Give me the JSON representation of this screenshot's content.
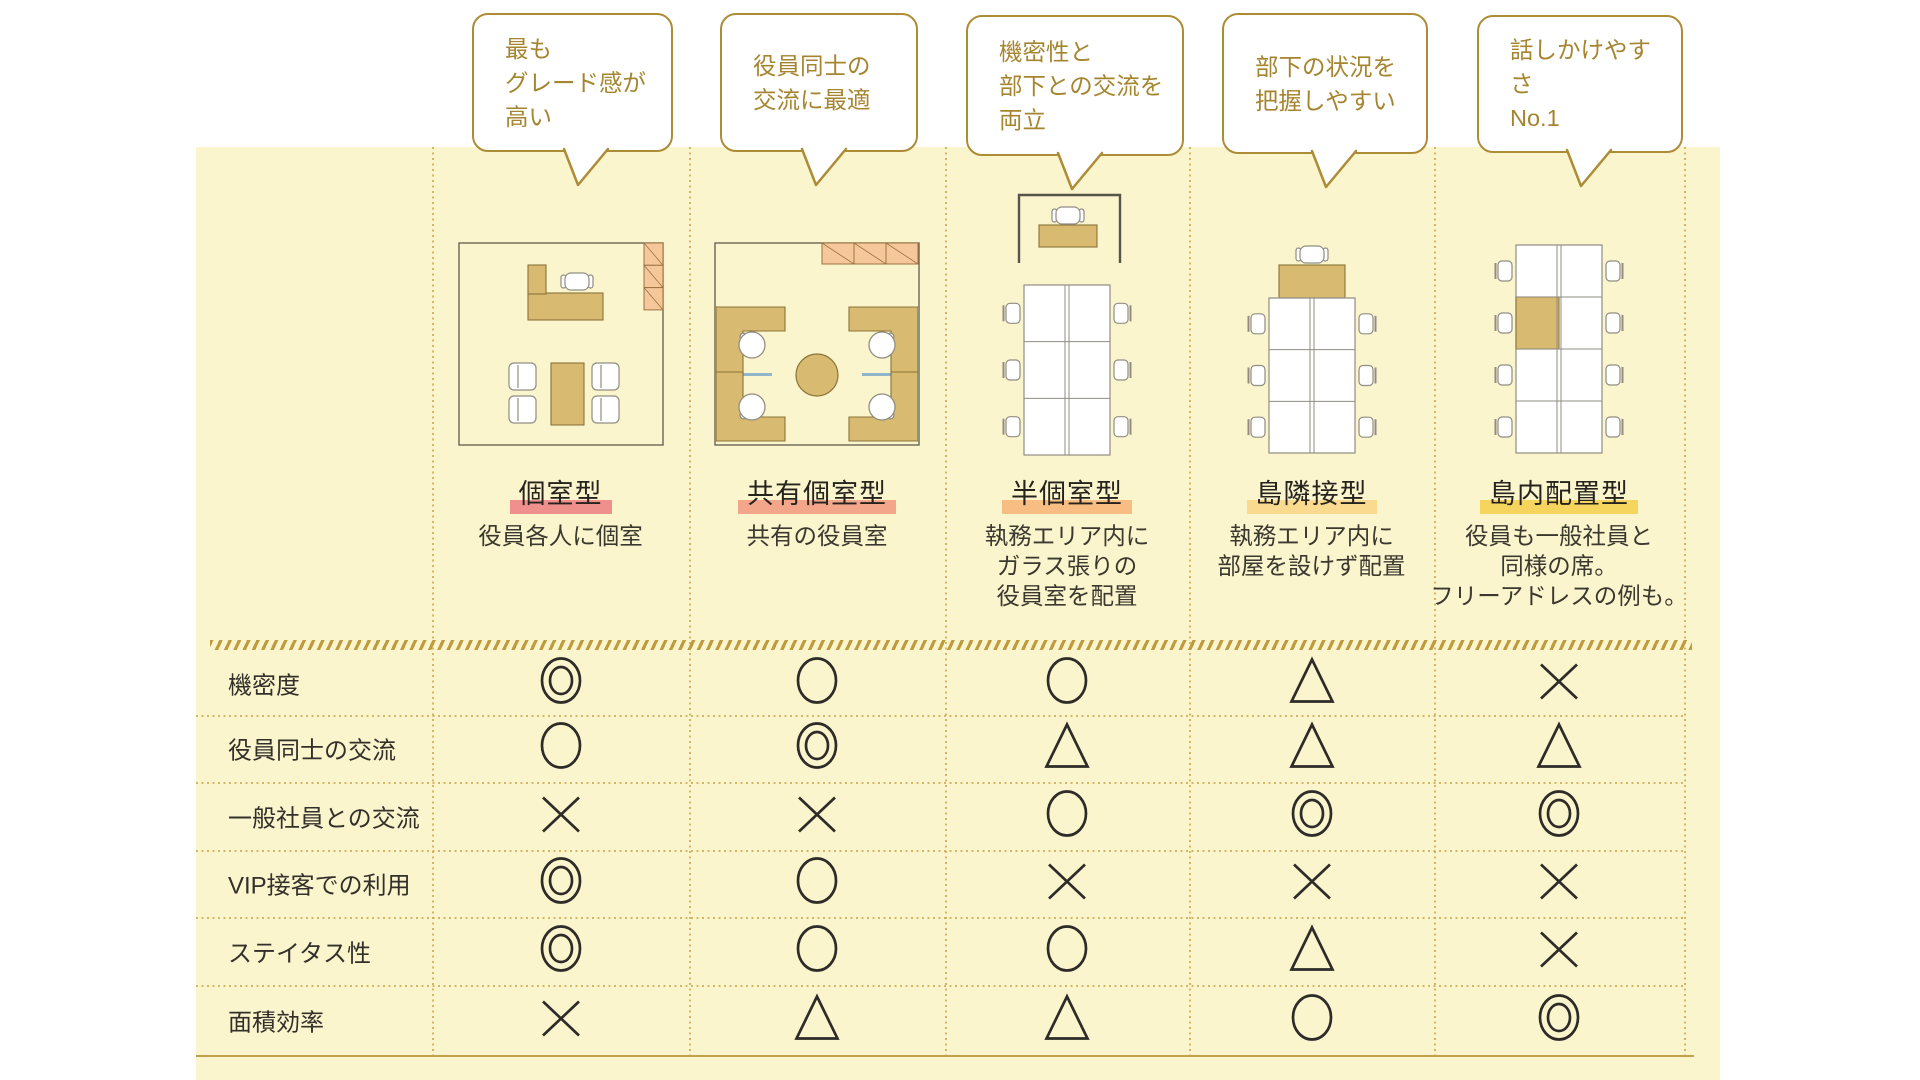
{
  "infographic": {
    "bubbles": [
      {
        "lines": [
          "最も",
          "グレード感が",
          "高い"
        ]
      },
      {
        "lines": [
          "役員同士の",
          "交流に最適"
        ]
      },
      {
        "lines": [
          "機密性と",
          "部下との交流を",
          "両立"
        ]
      },
      {
        "lines": [
          "部下の状況を",
          "把握しやすい"
        ]
      },
      {
        "lines": [
          "話しかけやすさ",
          "No.1"
        ]
      }
    ],
    "columns": [
      {
        "title": "個室型",
        "highlight_color": "#f0908d",
        "diagram": "private-office-plan",
        "description": [
          "役員各人に個室"
        ]
      },
      {
        "title": "共有個室型",
        "highlight_color": "#f3a689",
        "diagram": "shared-private-office-plan",
        "description": [
          "共有の役員室"
        ]
      },
      {
        "title": "半個室型",
        "highlight_color": "#f7bd83",
        "diagram": "semi-private-office-plan",
        "description": [
          "執務エリア内に",
          "ガラス張りの",
          "役員室を配置"
        ]
      },
      {
        "title": "島隣接型",
        "highlight_color": "#f9da8e",
        "diagram": "island-adjacent-plan",
        "description": [
          "執務エリア内に",
          "部屋を設けず配置"
        ]
      },
      {
        "title": "島内配置型",
        "highlight_color": "#f6d55f",
        "diagram": "inside-island-plan",
        "description": [
          "役員も一般社員と",
          "同様の席。",
          "フリーアドレスの例も。"
        ]
      }
    ],
    "rows": [
      {
        "label": "機密度",
        "values": [
          "◎",
          "○",
          "○",
          "△",
          "×"
        ]
      },
      {
        "label": "役員同士の交流",
        "values": [
          "○",
          "◎",
          "△",
          "△",
          "△"
        ]
      },
      {
        "label": "一般社員との交流",
        "values": [
          "×",
          "×",
          "○",
          "◎",
          "◎"
        ]
      },
      {
        "label": "VIP接客での利用",
        "values": [
          "◎",
          "○",
          "×",
          "×",
          "×"
        ]
      },
      {
        "label": "ステイタス性",
        "values": [
          "◎",
          "○",
          "○",
          "△",
          "×"
        ]
      },
      {
        "label": "面積効率",
        "values": [
          "×",
          "△",
          "△",
          "○",
          "◎"
        ]
      }
    ],
    "colors": {
      "background": "#fbf5cd",
      "bubble_border": "#ad8c36",
      "bubble_text": "#a5852f",
      "grid_line_gold": "#c8a44e",
      "symbol_stroke": "#2e2b28",
      "desk_tan": "#d8ba70",
      "shelf_salmon": "#f6c79b",
      "glass_blue": "#90b6cc"
    }
  }
}
